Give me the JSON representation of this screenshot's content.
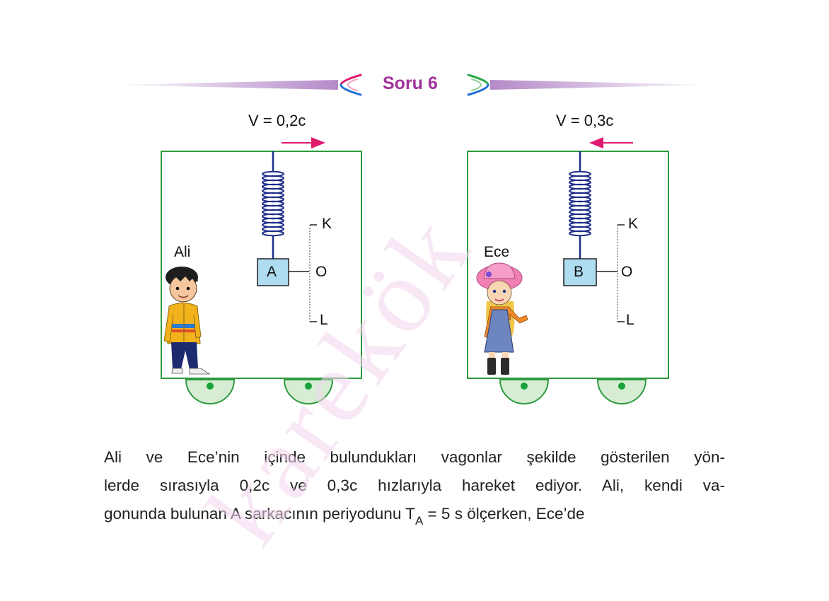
{
  "header": {
    "title": "Soru 6"
  },
  "wagon_a": {
    "speed_label": "V = 0,2c",
    "block_label": "A",
    "person_name": "Ali",
    "marks": {
      "top": "K",
      "middle": "O",
      "bottom": "L"
    }
  },
  "wagon_b": {
    "speed_label": "V = 0,3c",
    "block_label": "B",
    "person_name": "Ece",
    "marks": {
      "top": "K",
      "middle": "O",
      "bottom": "L"
    }
  },
  "watermark": "karekök",
  "text": {
    "line1": "Ali ve Ece’nin içinde bulundukları vagonlar şekilde gösterilen yön-",
    "line2": "lerde sırasıyla 0,2c ve 0,3c hızlarıyla hareket ediyor. Ali, kendi va-",
    "line3_pre": "gonunda bulunan A sarkacının periyodunu T",
    "line3_sub": "A",
    "line3_post": " = 5 s ölçerken, Ece’de"
  },
  "colors": {
    "title": "#a0329c",
    "wagon_border": "#2e9a3e",
    "wheel_fill": "#d6edd4",
    "spring": "#1f2f8a",
    "block_fill": "#aedcf0",
    "arrow": "#e0196e",
    "watermark": "#f2d6ec"
  }
}
